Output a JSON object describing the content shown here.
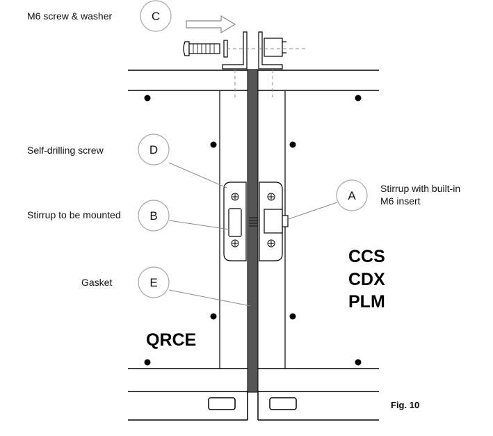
{
  "labels": {
    "c_text": "M6 screw & washer",
    "d_text": "Self-drilling  screw",
    "b_text": "Stirrup to be mounted",
    "e_text": "Gasket",
    "a_text_line1": "Stirrup with built-in",
    "a_text_line2": "M6 insert"
  },
  "bubbles": {
    "a": "A",
    "b": "B",
    "c": "C",
    "d": "D",
    "e": "E"
  },
  "models": {
    "left": "QRCE",
    "right_1": "CCS",
    "right_2": "CDX",
    "right_3": "PLM"
  },
  "figure_label": "Fig. 10",
  "colors": {
    "gasket": "#555555",
    "line": "#000000",
    "leader": "#888888",
    "bubble_stroke": "#aaaaaa"
  }
}
